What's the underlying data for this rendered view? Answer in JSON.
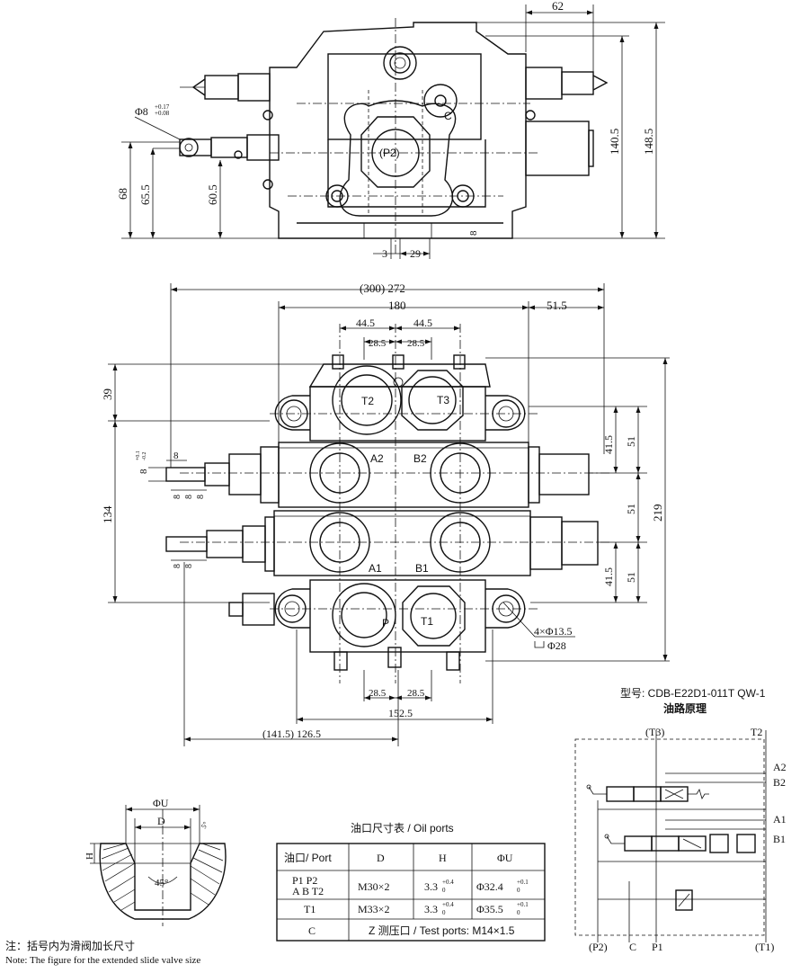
{
  "top_view": {
    "dims": {
      "d62": "62",
      "d140_5": "140.5",
      "d148_5": "148.5",
      "d68": "68",
      "d65_5": "65.5",
      "d60_5": "60.5",
      "phi8": "Φ8",
      "phi8_tol_up": "+0.17",
      "phi8_tol_low": "+0.08",
      "d3": "3",
      "d29": "29",
      "d8": "8"
    },
    "ports": {
      "c": "C",
      "p2": "(P2)"
    }
  },
  "front_view": {
    "dims": {
      "d300_272": "(300) 272",
      "d180": "180",
      "d51_5": "51.5",
      "d44_5_left": "44.5",
      "d44_5_right": "44.5",
      "d28_5_a": "28.5",
      "d28_5_b": "28.5",
      "d39": "39",
      "d134": "134",
      "d8_tol": "8",
      "d8_tol_up": "+0.1",
      "d8_tol_low": "-0.2",
      "d8_a": "8",
      "d8_b": "8",
      "d8_c": "8",
      "d8_d": "8",
      "d8_e": "8",
      "d41_5_top": "41.5",
      "d51_a": "51",
      "d51_b": "51",
      "d51_c": "51",
      "d219": "219",
      "d41_5_bot": "41.5",
      "holes": "4×Φ13.5",
      "counterbore": "Φ28",
      "d28_5_c": "28.5",
      "d28_5_d": "28.5",
      "d152_5": "152.5",
      "d141_5": "(141.5) 126.5"
    },
    "ports": {
      "t2": "T2",
      "t3": "T3",
      "a2": "A2",
      "b2": "B2",
      "a1": "A1",
      "b1": "B1",
      "p": "P",
      "t1": "T1"
    }
  },
  "model_label": "型号: CDB-E22D1-011T QW-1",
  "circuit_title": "油路原理",
  "circuit": {
    "top_t3": "(T3)",
    "top_t2": "T2",
    "a2": "A2",
    "b2": "B2",
    "a1": "A1",
    "b1": "B1",
    "bot_p2": "(P2)",
    "bot_c": "C",
    "bot_p1": "P1",
    "bot_t1": "(T1)"
  },
  "port_detail": {
    "phi_u": "ΦU",
    "d": "D",
    "h": "H",
    "angle": "45°",
    "small_angle": "5°"
  },
  "oil_table": {
    "title": "油口尺寸表 / Oil ports",
    "headers": [
      "油口/ Port",
      "D",
      "H",
      "ΦU"
    ],
    "rows": [
      {
        "port_line1": "P1  P2",
        "port_line2": "A  B T2",
        "d": "M30×2",
        "h": "3.3",
        "h_up": "+0.4",
        "h_low": "0",
        "u": "Φ32.4",
        "u_up": "+0.1",
        "u_low": "0"
      },
      {
        "port_line1": "T1",
        "port_line2": "",
        "d": "M33×2",
        "h": "3.3",
        "h_up": "+0.4",
        "h_low": "0",
        "u": "Φ35.5",
        "u_up": "+0.1",
        "u_low": "0"
      }
    ],
    "row_c": {
      "port": "C",
      "text": "Z 测压口 / Test ports: M14×1.5"
    }
  },
  "notes": {
    "cn": "注：括号内为滑阀加长尺寸",
    "en": "Note: The figure for the extended slide valve size"
  }
}
